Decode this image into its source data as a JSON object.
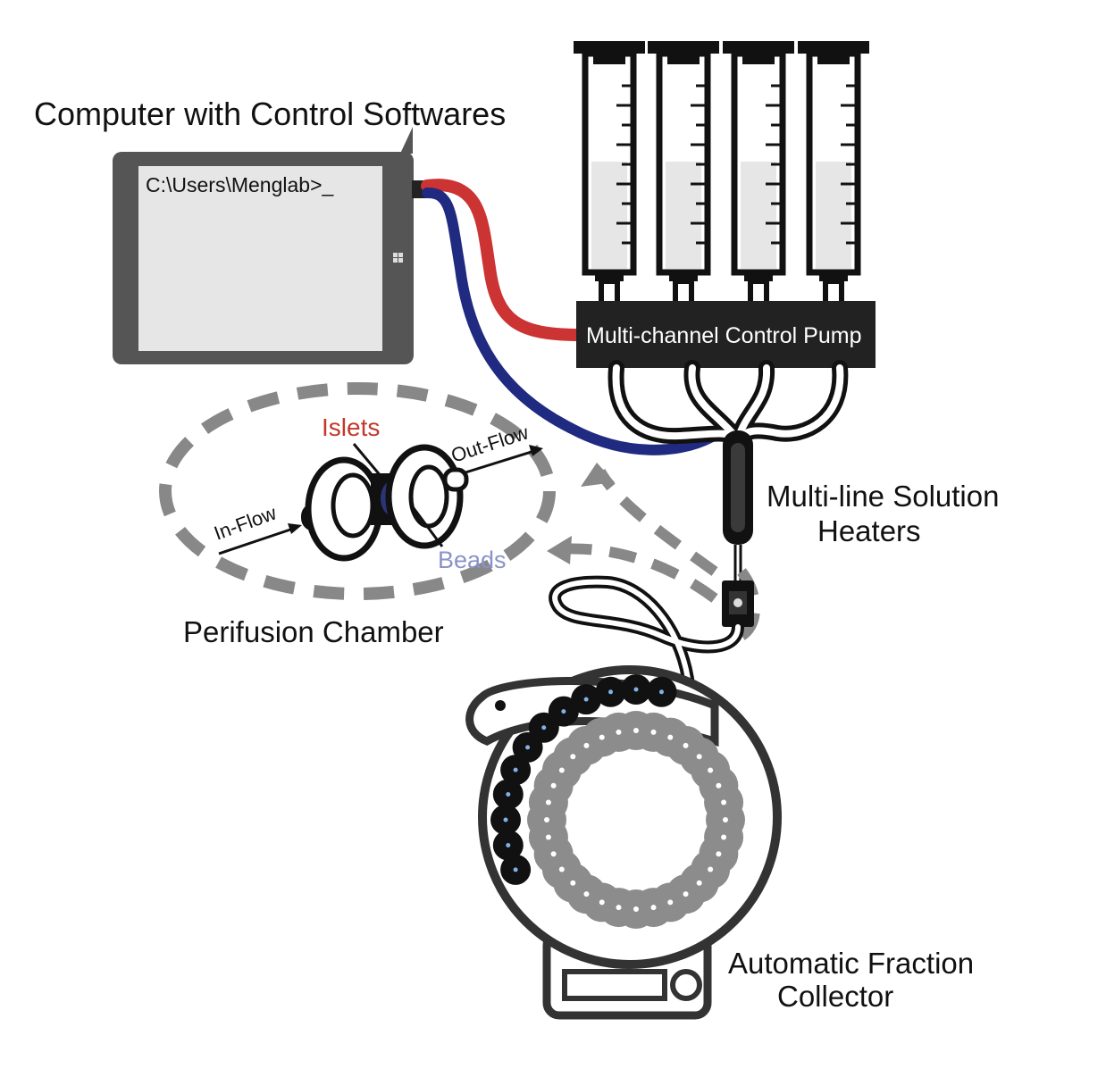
{
  "labels": {
    "computer": "Computer with Control Softwares",
    "terminal_prompt": "C:\\Users\\Menglab>_",
    "pump": "Multi-channel Control Pump",
    "heaters_line1": "Multi-line Solution",
    "heaters_line2": "Heaters",
    "islets": "Islets",
    "out_flow": "Out-Flow",
    "in_flow": "In-Flow",
    "beads": "Beads",
    "perifusion_chamber": "Perifusion Chamber",
    "collector_line1": "Automatic Fraction",
    "collector_line2": "Collector"
  },
  "colors": {
    "cable_red": "#cc3333",
    "cable_blue": "#1f2a80",
    "islets_text": "#c0392b",
    "beads_text": "#8a93c9",
    "dashed_loop": "#888888",
    "tablet_body": "#555555",
    "tablet_screen": "#e6e6e6",
    "tube_dark": "#111111",
    "tube_light": "#8c8c8c"
  },
  "icons": [
    "windows-logo-icon",
    "syringe-icon",
    "filter-chamber-icon",
    "flow-arrow-icon",
    "connector-icon"
  ]
}
